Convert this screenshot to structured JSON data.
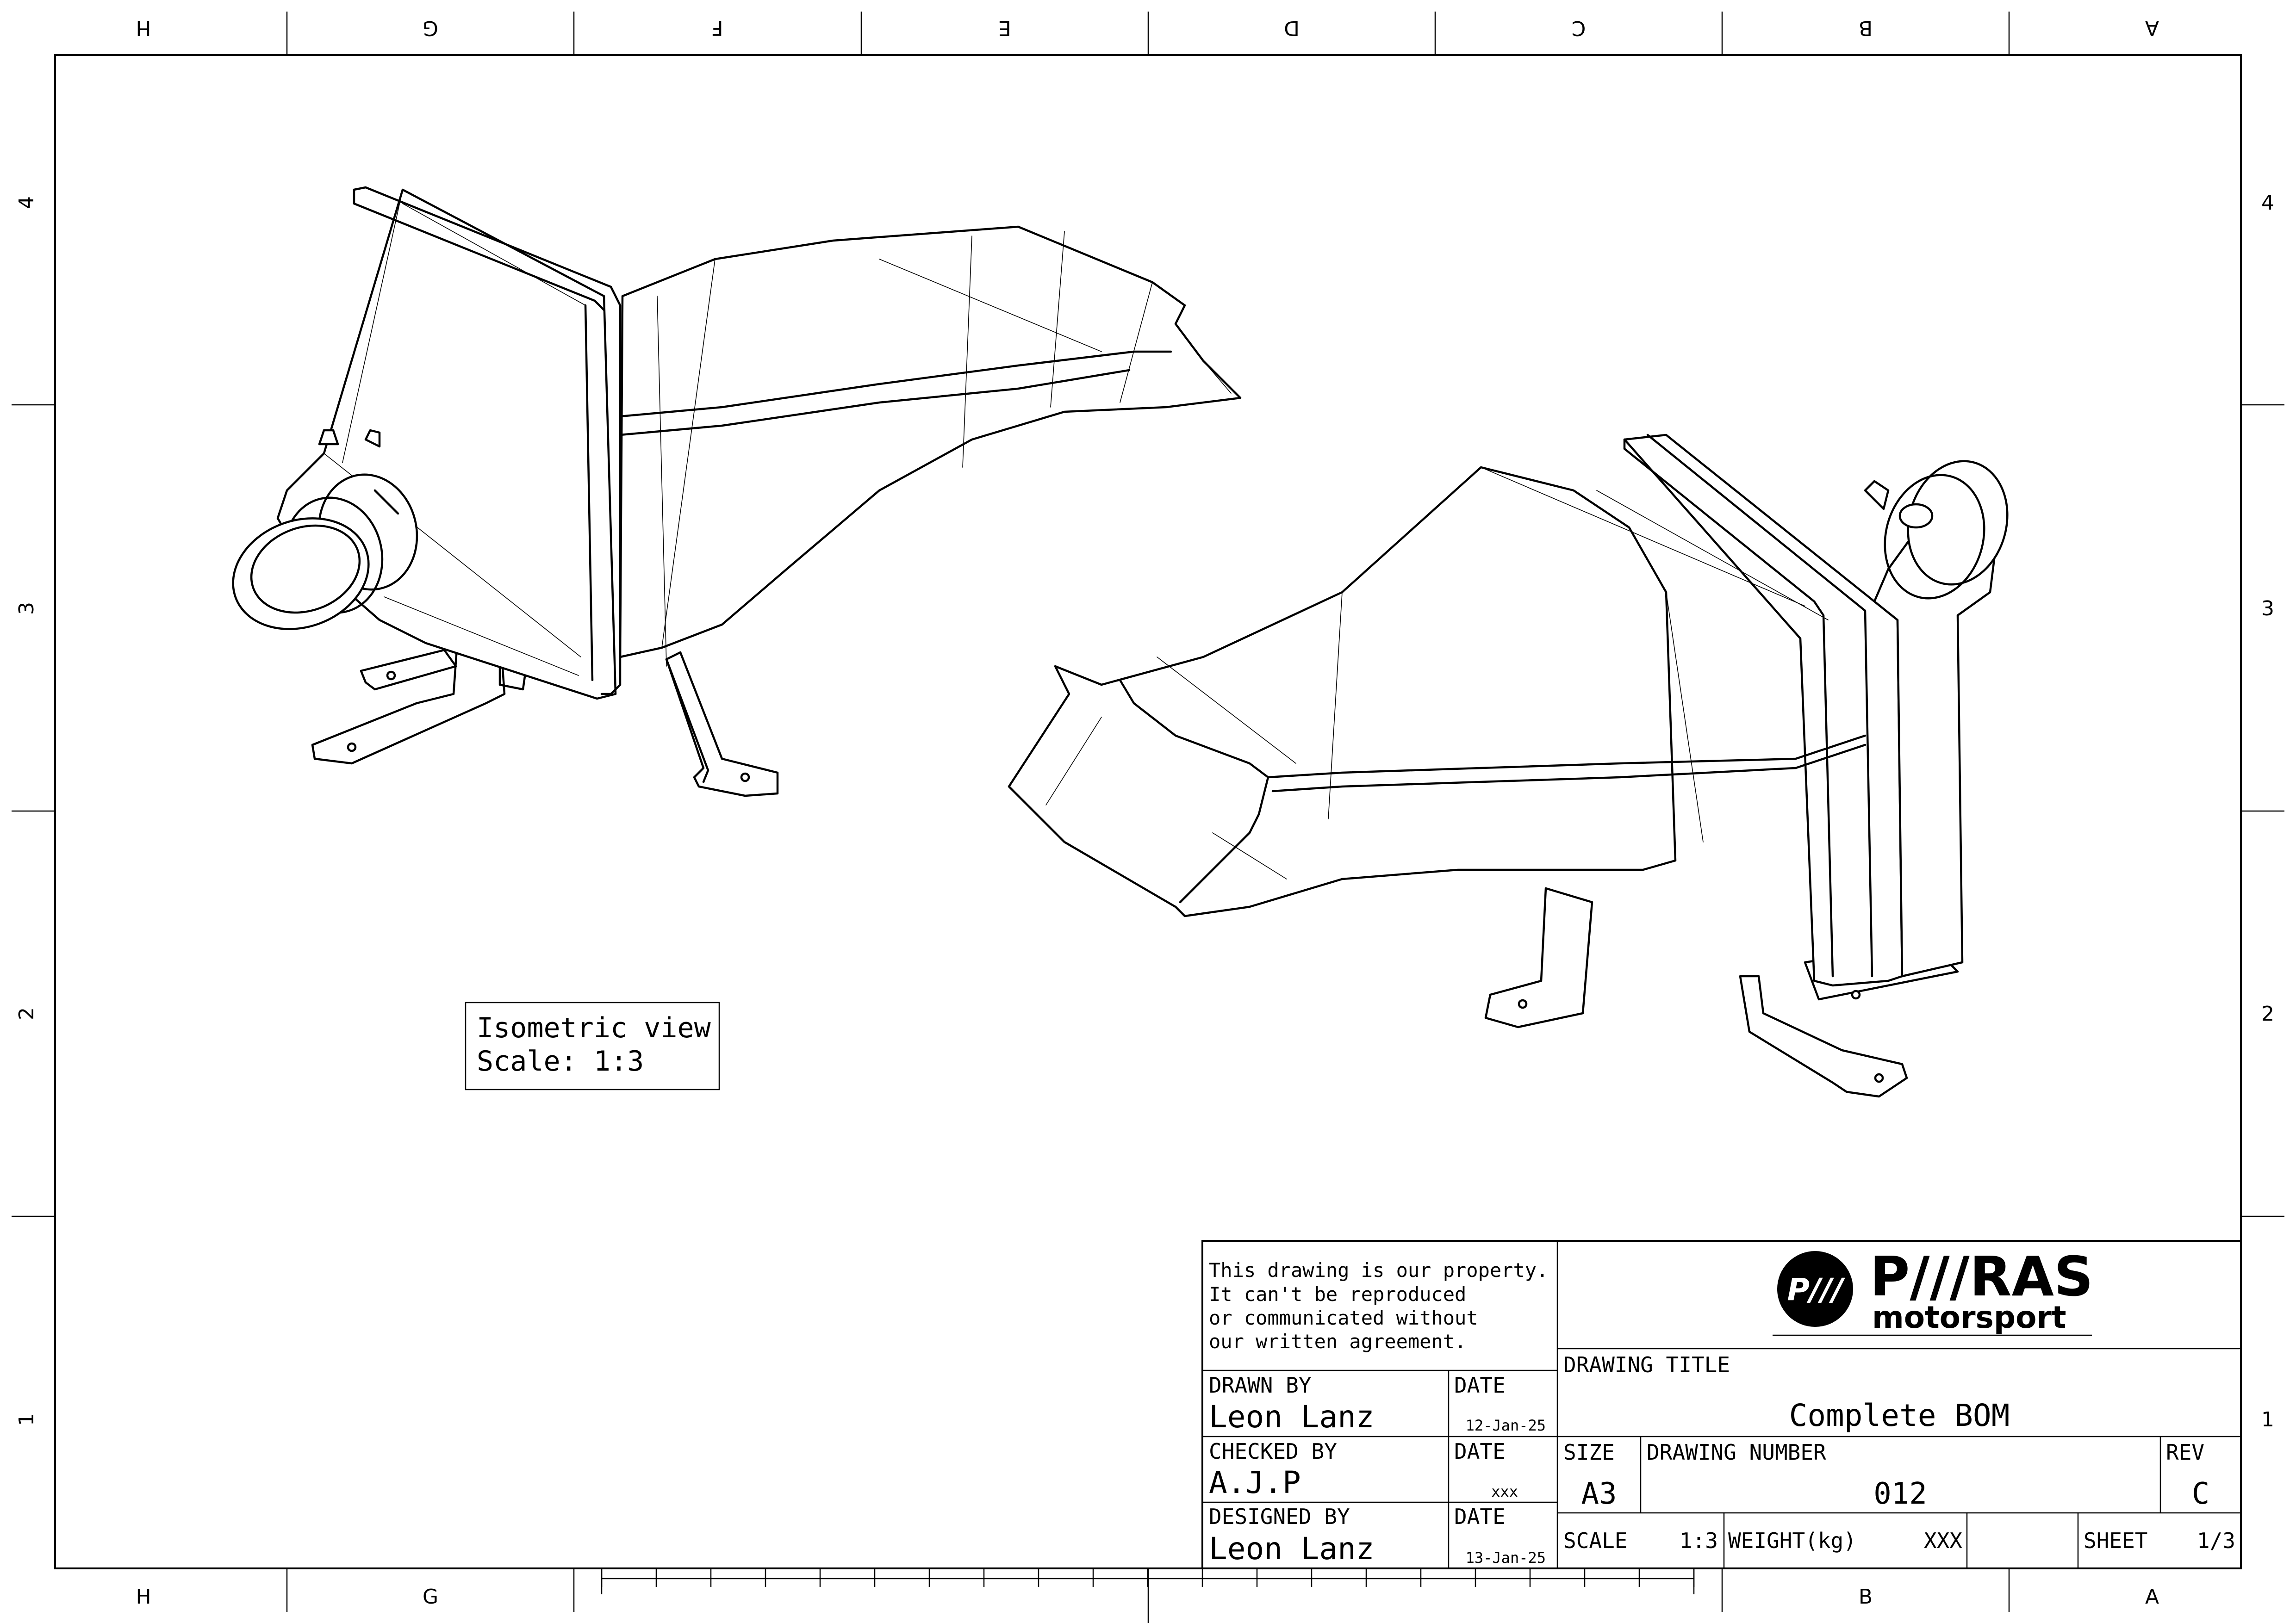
{
  "grid": {
    "top_columns": [
      "H",
      "G",
      "F",
      "E",
      "D",
      "C",
      "B",
      "A"
    ],
    "bottom_columns": [
      "H",
      "G",
      "B",
      "A"
    ],
    "rows": [
      "4",
      "3",
      "2",
      "1"
    ]
  },
  "view_note": {
    "line1": "Isometric view",
    "line2": "Scale:  1:3"
  },
  "title_block": {
    "property_notice": [
      "This drawing is our property.",
      "It can't be reproduced",
      "or communicated without",
      "our written agreement."
    ],
    "logo": {
      "mark": "P///",
      "wordmark": "P///RAS",
      "subtitle": "motorsport"
    },
    "drawn_by_label": "DRAWN BY",
    "drawn_by": "Leon Lanz",
    "drawn_date_label": "DATE",
    "drawn_date": "12-Jan-25",
    "checked_by_label": "CHECKED BY",
    "checked_by": "A.J.P",
    "checked_date_label": "DATE",
    "checked_date": "xxx",
    "designed_by_label": "DESIGNED BY",
    "designed_by": "Leon Lanz",
    "designed_date_label": "DATE",
    "designed_date": "13-Jan-25",
    "drawing_title_label": "DRAWING TITLE",
    "drawing_title": "Complete BOM",
    "size_label": "SIZE",
    "size": "A3",
    "drawing_number_label": "DRAWING NUMBER",
    "drawing_number": "012",
    "rev_label": "REV",
    "rev": "C",
    "scale_label": "SCALE",
    "scale": "1:3",
    "weight_label": "WEIGHT(kg)",
    "weight": "XXX",
    "sheet_label": "SHEET",
    "sheet": "1/3"
  }
}
